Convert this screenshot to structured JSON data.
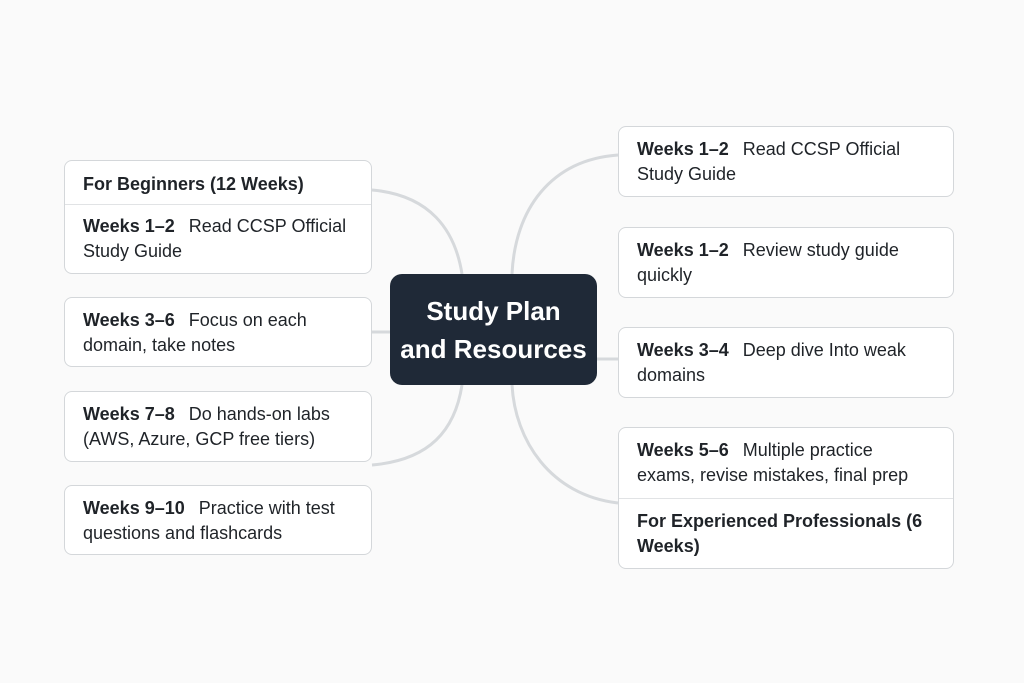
{
  "center": {
    "line1": "Study Plan",
    "line2": "and Resources"
  },
  "left": {
    "header": "For Beginners (12 Weeks)",
    "items": [
      {
        "weeks": "Weeks 1–2",
        "text": "Read CCSP Official Study Guide"
      },
      {
        "weeks": "Weeks 3–6",
        "text": "Focus on each domain, take notes"
      },
      {
        "weeks": "Weeks 7–8",
        "text": "Do hands-on labs (AWS, Azure, GCP free tiers)"
      },
      {
        "weeks": "Weeks 9–10",
        "text": "Practice with test questions and flashcards"
      }
    ]
  },
  "right": {
    "header": "For Experienced Professionals (6 Weeks)",
    "items": [
      {
        "weeks": "Weeks 1–2",
        "text": "Read CCSP Official Study Guide"
      },
      {
        "weeks": "Weeks 1–2",
        "text": "Review study guide quickly"
      },
      {
        "weeks": "Weeks 3–4",
        "text": "Deep dive Into weak domains"
      },
      {
        "weeks": "Weeks 5–6",
        "text": "Multiple practice exams, revise mistakes, final prep"
      }
    ]
  },
  "colors": {
    "center_bg": "#1f2937",
    "connector": "#d4d7da",
    "border": "#d4d7da"
  }
}
